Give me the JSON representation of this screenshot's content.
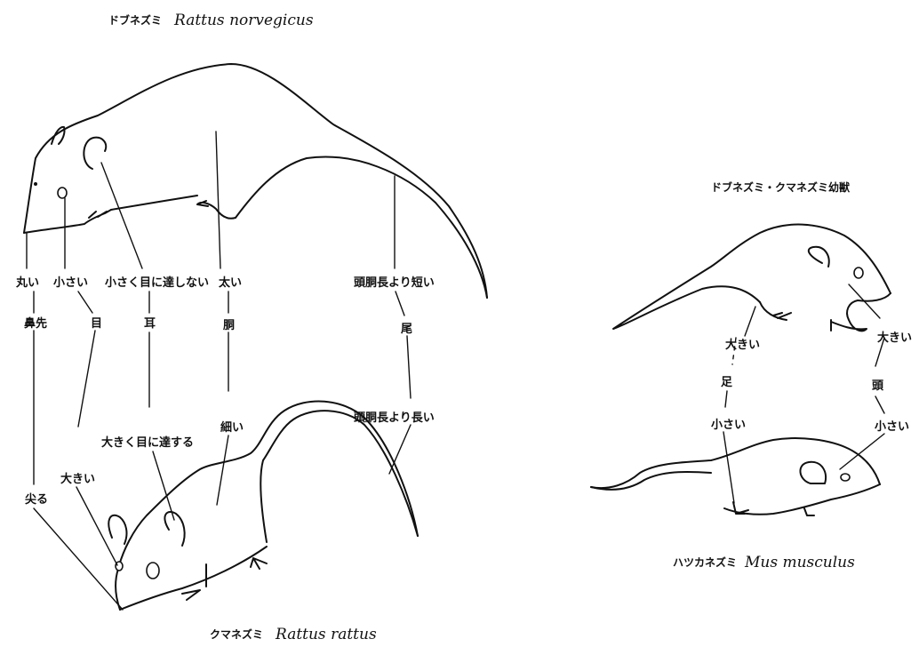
{
  "captions": {
    "norvegicus_jp": "ドブネズミ",
    "norvegicus_la": "Rattus norvegicus",
    "rattus_jp": "クマネズミ",
    "rattus_la": "Rattus rattus",
    "juvenile_jp": "ドブネズミ・クマネズミ幼獣",
    "musculus_jp": "ハツカネズミ",
    "musculus_la": "Mus musculus"
  },
  "norvegicus_traits": {
    "snout": "丸い",
    "eye": "小さい",
    "ear": "小さく目に達しない",
    "body": "太い",
    "tail": "頭胴長より短い"
  },
  "feature_names": {
    "snout": "鼻先",
    "eye": "目",
    "ear": "耳",
    "body": "胴",
    "tail": "尾"
  },
  "rattus_traits": {
    "snout": "尖る",
    "eye": "大きい",
    "ear": "大きく目に達する",
    "body": "細い",
    "tail": "頭胴長より長い"
  },
  "juvenile_traits": {
    "foot": "大きい",
    "head": "大きい"
  },
  "musculus_features": {
    "foot": "足",
    "head": "頭"
  },
  "musculus_traits": {
    "foot": "小さい",
    "head": "小さい"
  }
}
